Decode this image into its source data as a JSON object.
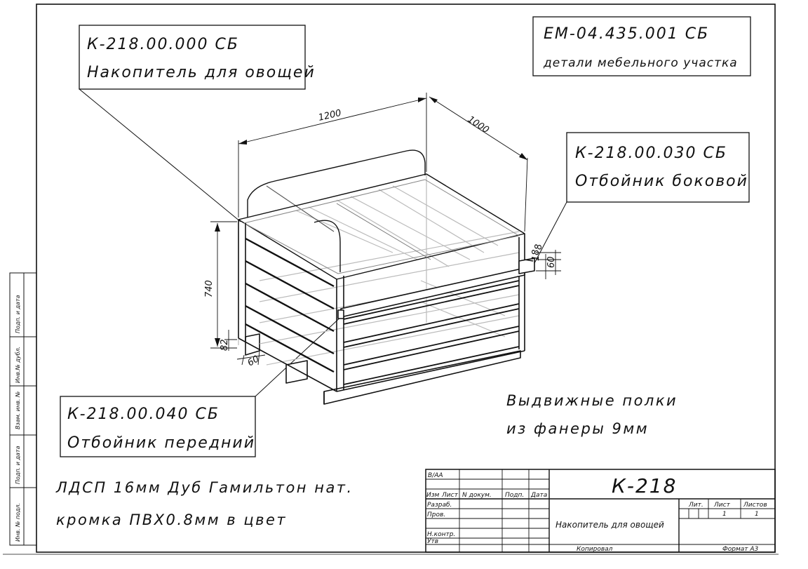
{
  "callouts": {
    "main": {
      "code": "К-218.00.000 СБ",
      "name": "Накопитель для овощей"
    },
    "project": {
      "code": "ЕМ-04.435.001 СБ",
      "name": "детали мебельного участка"
    },
    "side": {
      "code": "К-218.00.030 СБ",
      "name": "Отбойник боковой"
    },
    "front": {
      "code": "К-218.00.040 СБ",
      "name": "Отбойник передний"
    }
  },
  "dimensions": {
    "width": "1200",
    "depth": "1000",
    "height": "740",
    "leg_h": "82",
    "leg_w": "60",
    "bumper_a": "8",
    "bumper_b": "18",
    "bumper_c": "60"
  },
  "notes": {
    "shelves_line1": "Выдвижные полки",
    "shelves_line2": "из фанеры 9мм",
    "material_line1": "ЛДСП 16мм Дуб Гамильтон нат.",
    "material_line2": "кромка ПВХ0.8мм в цвет"
  },
  "left_stamp": [
    "Инв. № подл.",
    "Подп. и дата",
    "Взам. инв. №",
    "Инв.№ дубл.",
    "Подп. и дата"
  ],
  "title_block": {
    "revision": "В/АА",
    "col_izm": "Изм",
    "col_list": "Лист",
    "col_doc": "N докум.",
    "col_sign": "Подп.",
    "col_date": "Дата",
    "row_razrab": "Разраб.",
    "row_prov": "Пров.",
    "row_nkontr": "Н.контр.",
    "row_utv": "Утв",
    "designation": "К-218",
    "name": "Накопитель для овощей",
    "lit_label": "Лит.",
    "sheet_label": "Лист",
    "sheets_label": "Листов",
    "sheet_value": "1",
    "sheets_value": "1",
    "copied": "Копировал",
    "format": "Формат А3"
  }
}
